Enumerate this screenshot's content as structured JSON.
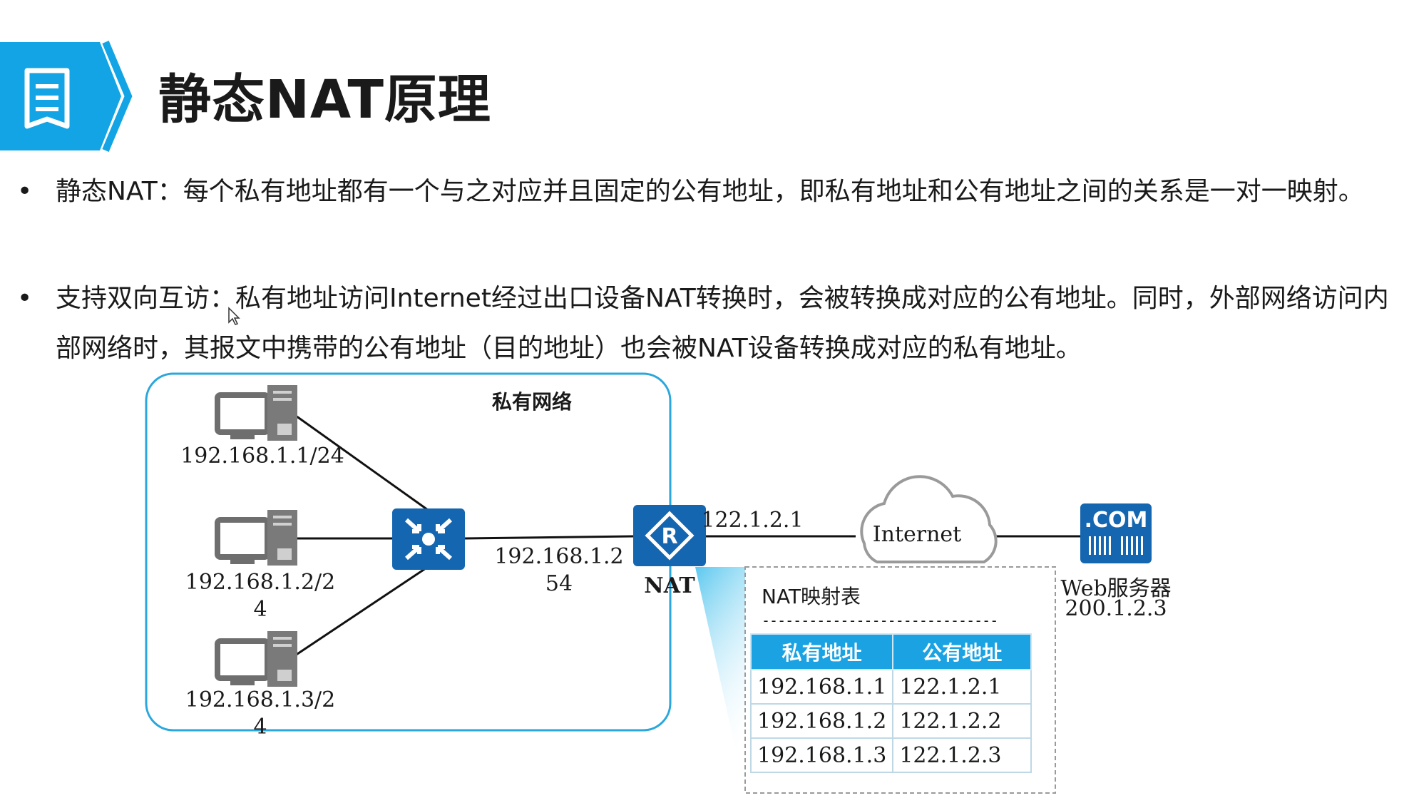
{
  "header": {
    "title": "静态NAT原理",
    "icon": "document-icon",
    "accent": "#12a4e4"
  },
  "bullets": [
    {
      "marker": "•",
      "text": "静态NAT：每个私有地址都有一个与之对应并且固定的公有地址，即私有地址和公有地址之间的关系是一对一映射。"
    },
    {
      "marker": "•",
      "text": "支持双向互访：私有地址访问Internet经过出口设备NAT转换时，会被转换成对应的公有地址。同时，外部网络访问内部网络时，其报文中携带的公有地址（目的地址）也会被NAT设备转换成对应的私有地址。"
    }
  ],
  "diagram": {
    "private_network_label": "私有网络",
    "hosts": [
      {
        "ip_line1": "192.168.1.1/24",
        "ip_line2": ""
      },
      {
        "ip_line1": "192.168.1.2/2",
        "ip_line2": "4"
      },
      {
        "ip_line1": "192.168.1.3/2",
        "ip_line2": "4"
      }
    ],
    "switch_icon": "switch-icon",
    "link_label_line1": "192.168.1.2",
    "link_label_line2": "54",
    "router_label": "NAT",
    "router_public_ip": "122.1.2.1",
    "cloud_label": "Internet",
    "server_badge": ".COM",
    "server_name": "Web服务器",
    "server_ip": "200.1.2.3",
    "nat_table": {
      "title": "NAT映射表",
      "separator": "------------------------------",
      "headers": [
        "私有地址",
        "公有地址"
      ],
      "rows": [
        [
          "192.168.1.1",
          "122.1.2.1"
        ],
        [
          "192.168.1.2",
          "122.1.2.2"
        ],
        [
          "192.168.1.3",
          "122.1.2.3"
        ]
      ]
    }
  }
}
